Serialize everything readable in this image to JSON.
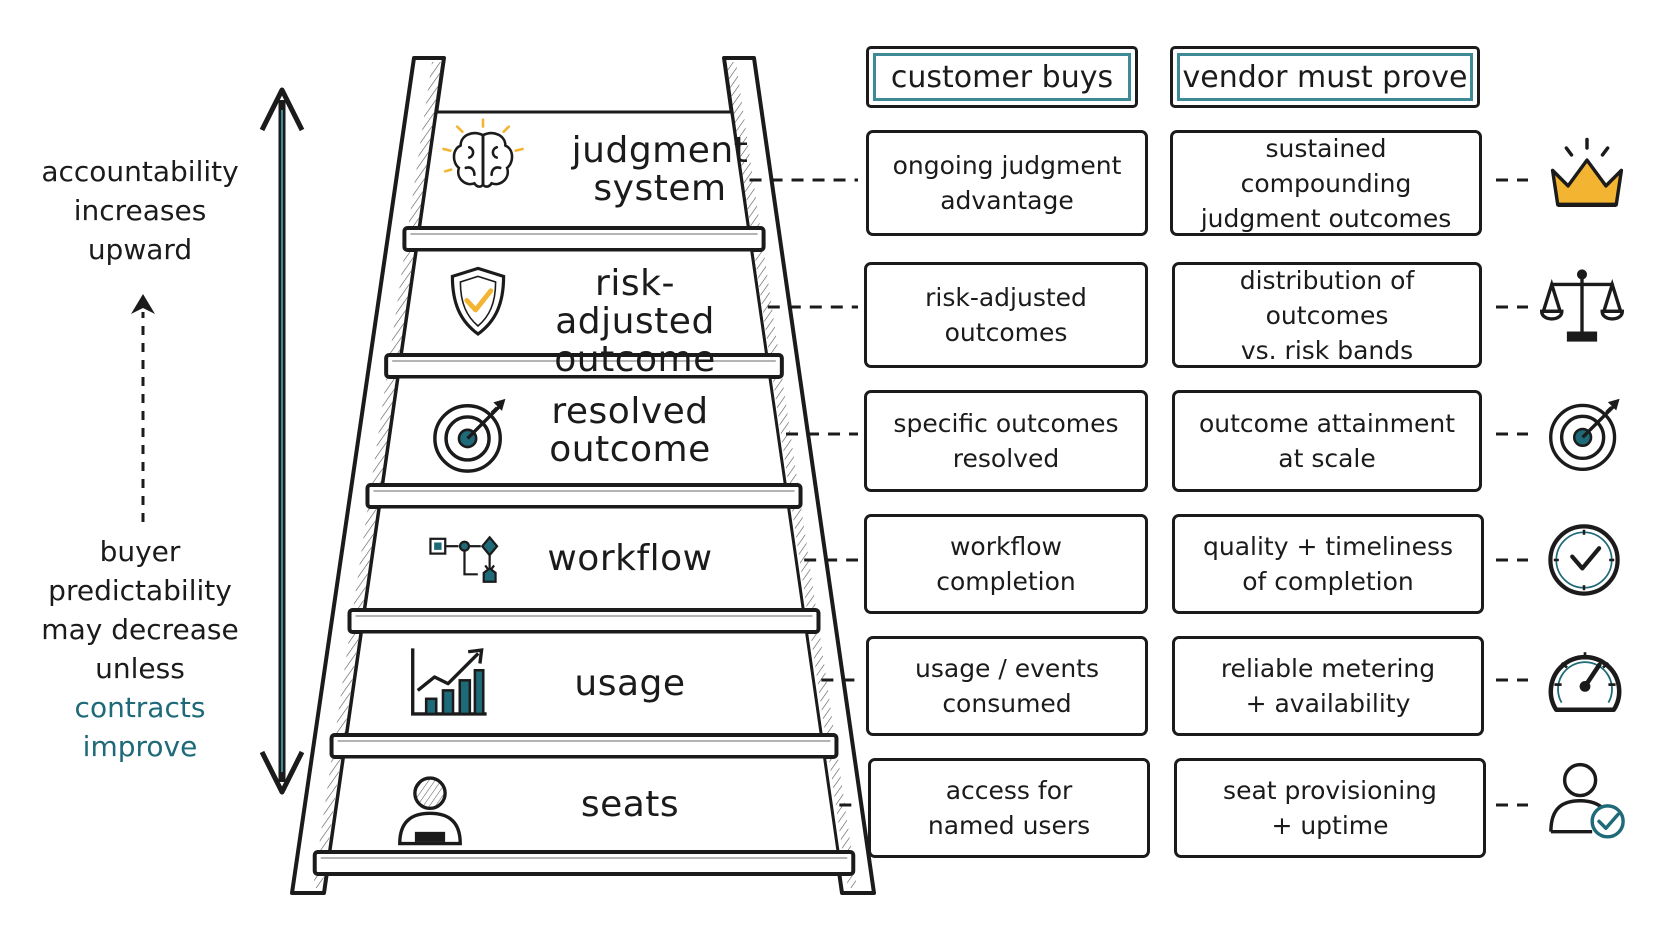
{
  "left_annotation": {
    "top_lines": [
      "accountability",
      "increases",
      "upward"
    ],
    "bottom_lines": [
      "buyer",
      "predictability",
      "may decrease",
      "unless"
    ],
    "bottom_highlight_lines": [
      "contracts",
      "improve"
    ]
  },
  "headers": {
    "customer": "customer buys",
    "vendor": "vendor must prove"
  },
  "rungs": [
    {
      "label_lines": [
        "judgment",
        "system"
      ],
      "icon": "brain-icon",
      "customer_lines": [
        "ongoing judgment",
        "advantage"
      ],
      "vendor_lines": [
        "sustained compounding",
        "judgment outcomes"
      ],
      "proof_icon": "crown-icon"
    },
    {
      "label_lines": [
        "risk-adjusted",
        "outcome"
      ],
      "icon": "shield-check-icon",
      "customer_lines": [
        "risk-adjusted",
        "outcomes"
      ],
      "vendor_lines": [
        "distribution of outcomes",
        "vs. risk bands"
      ],
      "proof_icon": "scales-icon"
    },
    {
      "label_lines": [
        "resolved",
        "outcome"
      ],
      "icon": "target-icon",
      "customer_lines": [
        "specific outcomes",
        "resolved"
      ],
      "vendor_lines": [
        "outcome attainment",
        "at scale"
      ],
      "proof_icon": "target-icon"
    },
    {
      "label_lines": [
        "workflow"
      ],
      "icon": "workflow-icon",
      "customer_lines": [
        "workflow",
        "completion"
      ],
      "vendor_lines": [
        "quality + timeliness",
        "of completion"
      ],
      "proof_icon": "clock-icon"
    },
    {
      "label_lines": [
        "usage"
      ],
      "icon": "growth-chart-icon",
      "customer_lines": [
        "usage / events",
        "consumed"
      ],
      "vendor_lines": [
        "reliable metering",
        "+ availability"
      ],
      "proof_icon": "gauge-icon"
    },
    {
      "label_lines": [
        "seats"
      ],
      "icon": "person-icon",
      "customer_lines": [
        "access for",
        "named users"
      ],
      "vendor_lines": [
        "seat provisioning",
        "+ uptime"
      ],
      "proof_icon": "user-check-icon"
    }
  ],
  "colors": {
    "ink": "#1b1b1b",
    "teal": "#1e6a78",
    "frame_teal": "#3e8a97",
    "gold": "#f2b431"
  }
}
